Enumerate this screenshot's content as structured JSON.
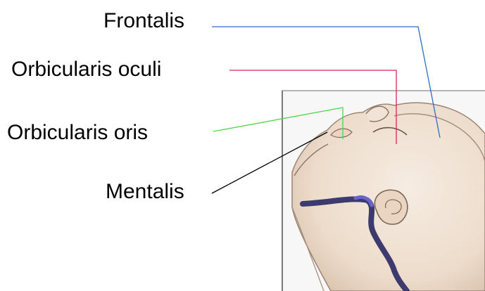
{
  "labels": {
    "frontalis": "Frontalis",
    "orbicularis_oculi": "Orbicularis oculi",
    "orbicularis_oris": "Orbicularis oris",
    "mentalis": "Mentalis"
  },
  "colors": {
    "frontalis_line": "#2b6fc4",
    "orbicularis_oculi_line": "#e0245e",
    "orbicularis_oris_line": "#4cd64c",
    "mentalis_line": "#000000"
  }
}
